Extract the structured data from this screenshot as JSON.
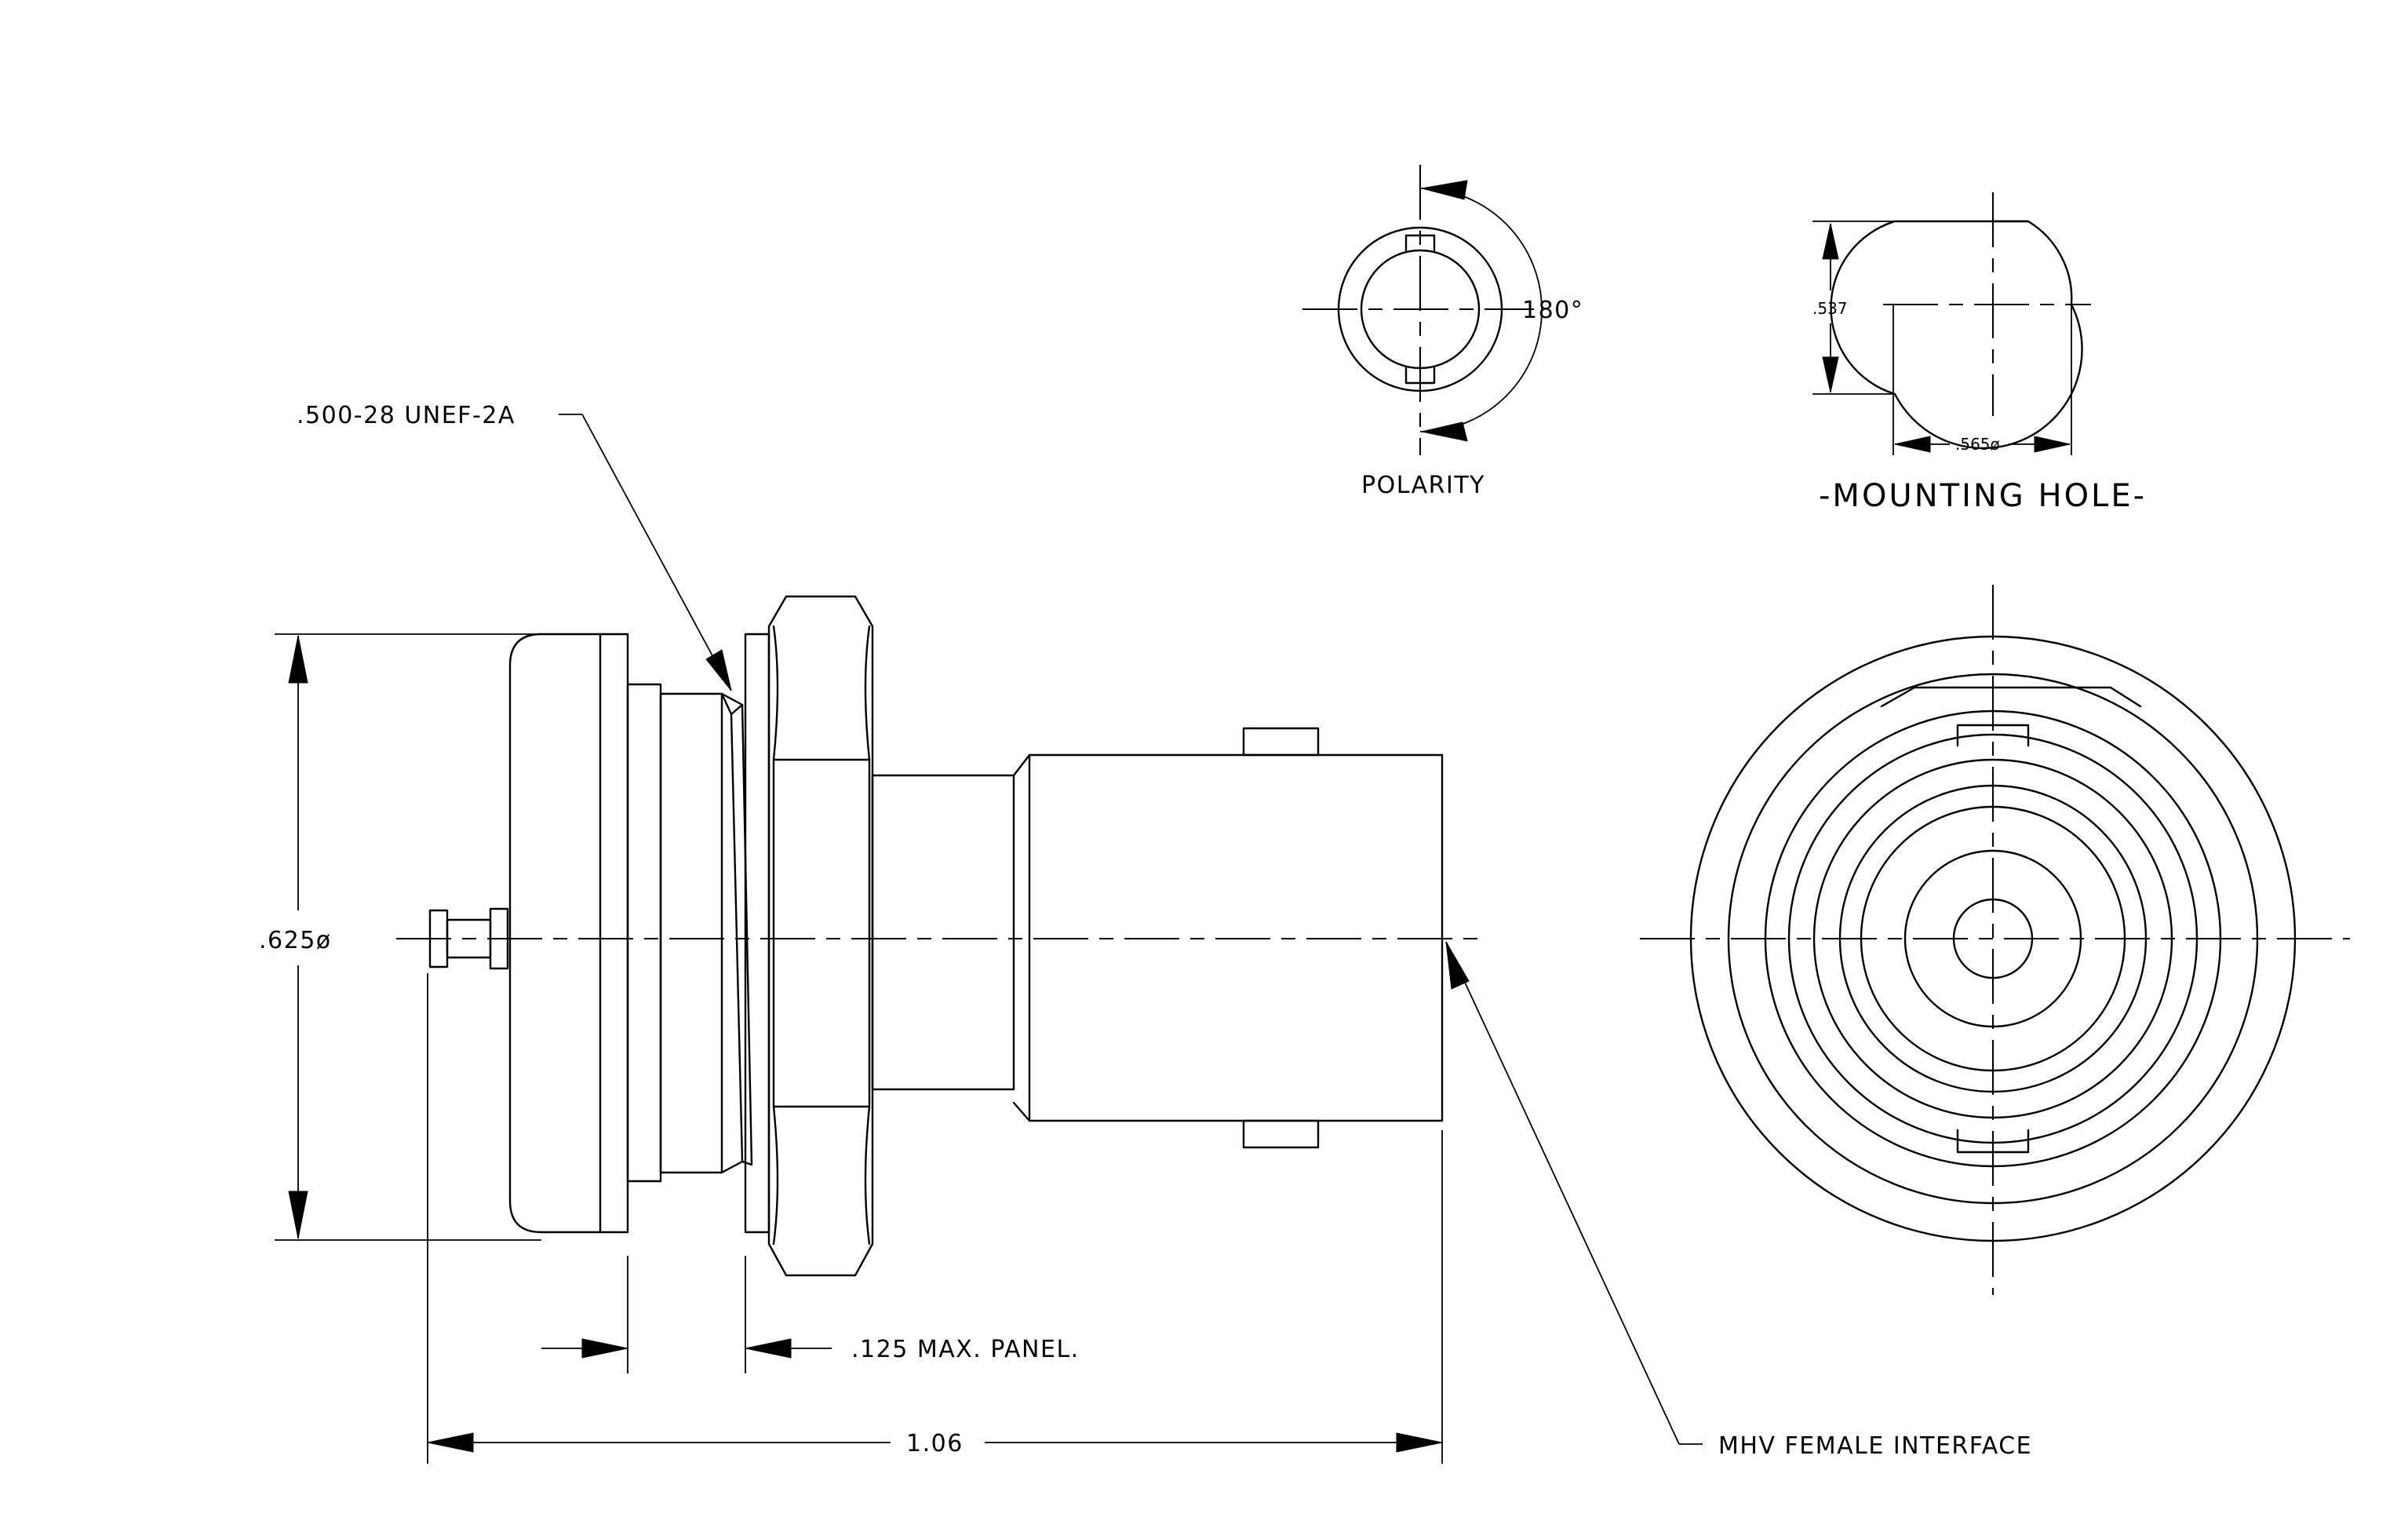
{
  "labels": {
    "thread": ".500-28 UNEF-2A",
    "diameter": ".625ø",
    "panel": ".125 MAX. PANEL.",
    "length": "1.06",
    "interface": "MHV FEMALE INTERFACE",
    "polarity": "POLARITY",
    "angle": "180°",
    "hole_height": ".537",
    "hole_width": ".565ø",
    "mounting_hole": "-MOUNTING HOLE-"
  }
}
